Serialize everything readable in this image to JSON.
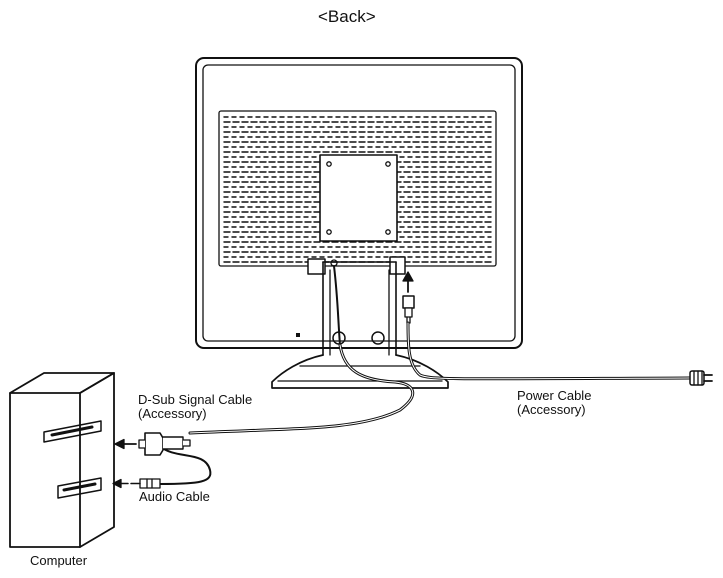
{
  "diagram": {
    "title": "<Back>",
    "labels": {
      "dsub_cable": "D-Sub Signal Cable",
      "dsub_accessory": "(Accessory)",
      "power_cable": "Power Cable",
      "power_accessory": "(Accessory)",
      "audio_cable": "Audio Cable",
      "computer": "Computer"
    },
    "icons": [
      "monitor-back",
      "computer-tower",
      "d-sub-connector",
      "audio-plug",
      "power-plug",
      "arrow"
    ],
    "colors": {
      "line": "#111111",
      "background": "#ffffff"
    }
  }
}
